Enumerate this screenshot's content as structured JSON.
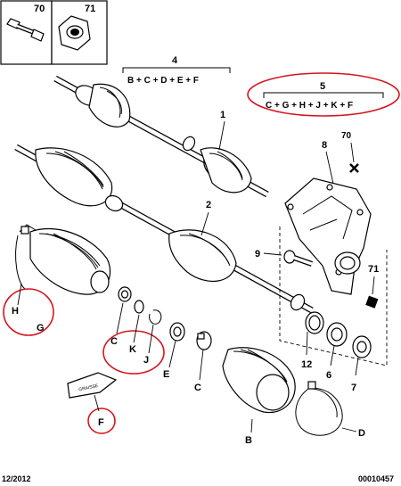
{
  "inset_boxes": [
    {
      "ref": "70",
      "icon": "bolt-icon"
    },
    {
      "ref": "71",
      "icon": "nut-icon"
    }
  ],
  "kits": [
    {
      "ref": "4",
      "contents": "B + C + D + E + F",
      "highlighted": false
    },
    {
      "ref": "5",
      "contents": "C + G + H + J + K + F",
      "highlighted": true
    }
  ],
  "callouts": {
    "shaft_1": "1",
    "shaft_2": "2",
    "bracket_8": "8",
    "marker_70": "70",
    "bolt_9": "9",
    "bolt_71": "71",
    "ring_12": "12",
    "bearing_6": "6",
    "bearing_7": "7",
    "boot_h": "H",
    "grease_g": "G",
    "clip_c_inner": "C",
    "clip_k": "K",
    "circlip_j": "J",
    "clip_e": "E",
    "clip_c_outer": "C",
    "boot_b": "B",
    "clamp_d": "D",
    "sachet_f": "F"
  },
  "sachet_text": "GRAISSE",
  "footer": {
    "date": "12/2012",
    "code": "00010457"
  },
  "colors": {
    "highlight": "#d4151f",
    "ink": "#000000"
  }
}
